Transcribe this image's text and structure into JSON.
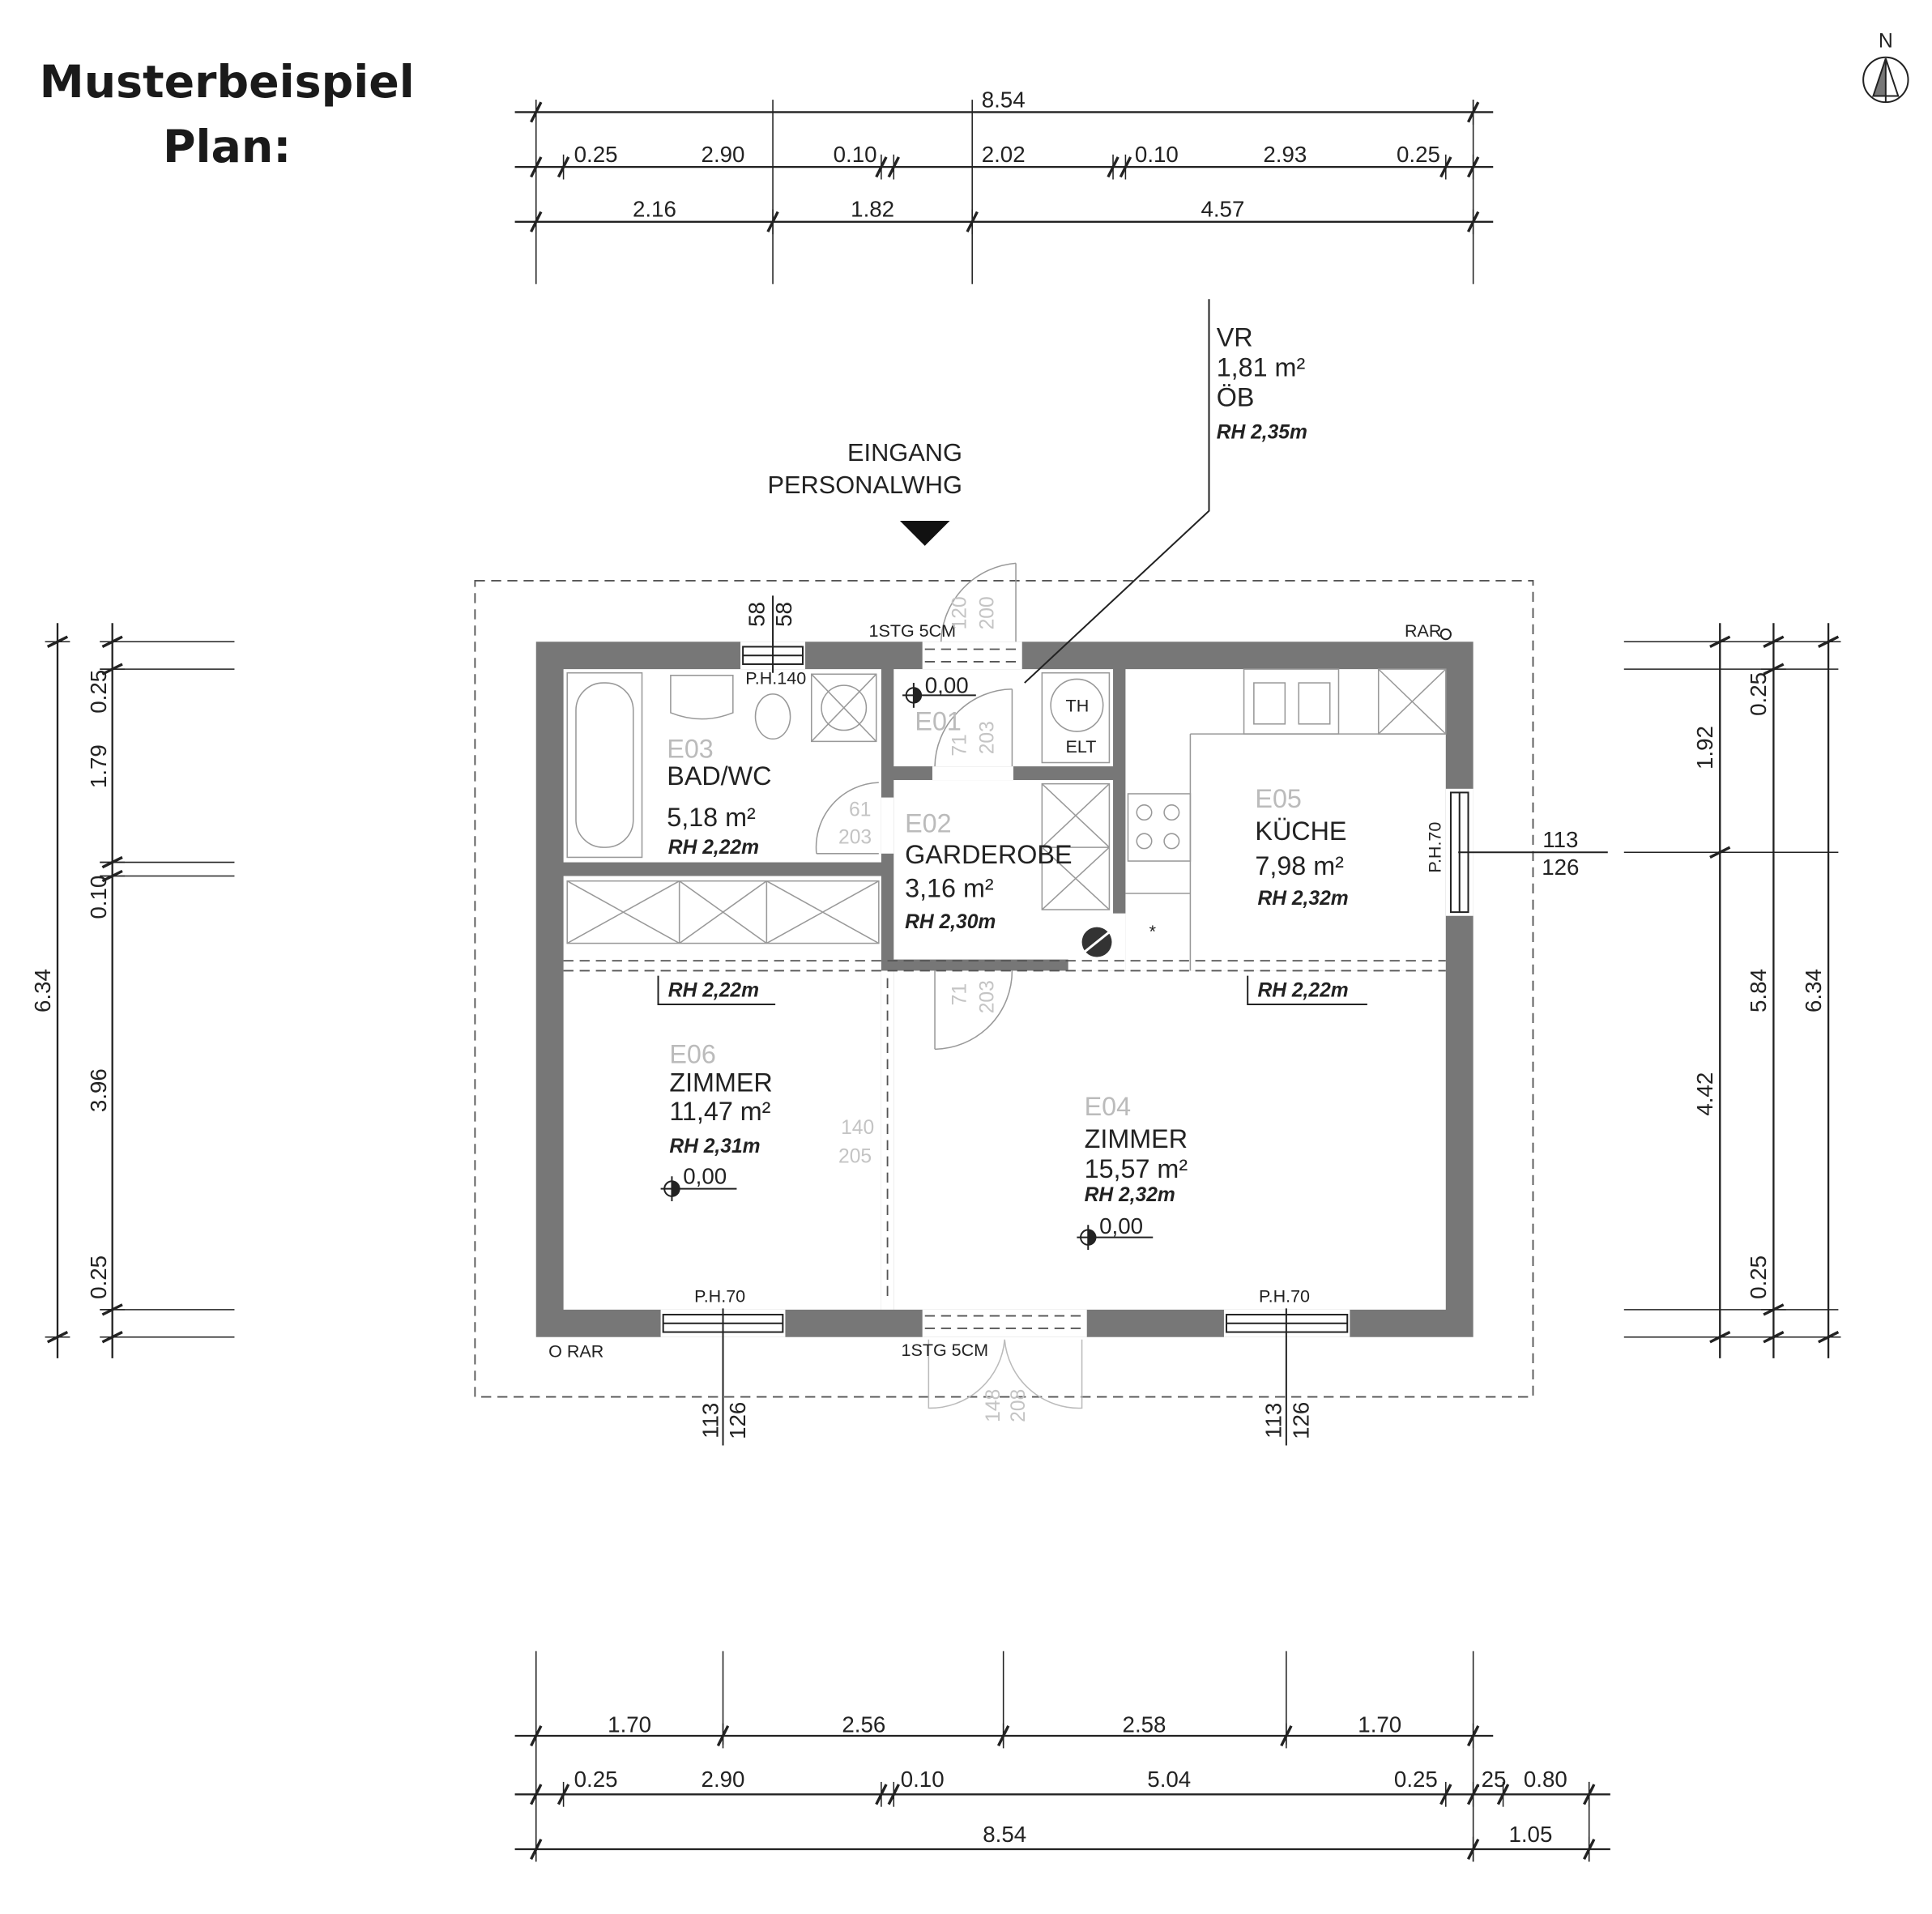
{
  "title": {
    "line1": "Musterbeispiel",
    "line2": "Plan:"
  },
  "north_label": "N",
  "entrance": {
    "line1": "EINGANG",
    "line2": "PERSONALWHG"
  },
  "dimensions": {
    "top": {
      "overall": "8.54",
      "detail": [
        "0.25",
        "2.90",
        "0.10",
        "2.02",
        "0.10",
        "2.93",
        "0.25"
      ],
      "axes": [
        "2.16",
        "1.82",
        "4.57"
      ]
    },
    "bottom": {
      "axes": [
        "1.70",
        "2.56",
        "2.58",
        "1.70"
      ],
      "detail": [
        "0.25",
        "2.90",
        "0.10",
        "5.04",
        "0.25",
        ".25",
        "0.80"
      ],
      "overall": [
        "8.54",
        "1.05"
      ]
    },
    "left": {
      "overall": "6.34",
      "detail": [
        "0.25",
        "1.79",
        "0.10",
        "3.96",
        "0.25"
      ]
    },
    "right": {
      "inner": [
        "1.92",
        "4.42"
      ],
      "middle": [
        "0.25",
        "5.84",
        "0.25"
      ],
      "outer": "6.34"
    }
  },
  "rooms": {
    "vr": {
      "id": "VR",
      "area": "1,81  m²",
      "floor": "ÖB",
      "height": "RH 2,35m"
    },
    "e01": {
      "id": "E01",
      "level": "0,00"
    },
    "e02": {
      "id": "E02",
      "name": "GARDEROBE",
      "area": "3,16  m²",
      "height": "RH 2,30m"
    },
    "e03": {
      "id": "E03",
      "name": "BAD/WC",
      "area": "5,18  m²",
      "height": "RH 2,22m"
    },
    "e04": {
      "id": "E04",
      "name": "ZIMMER",
      "area": "15,57  m²",
      "height": "RH 2,32m",
      "level": "0,00"
    },
    "e05": {
      "id": "E05",
      "name": "KÜCHE",
      "area": "7,98  m²",
      "height": "RH 2,32m"
    },
    "e06": {
      "id": "E06",
      "name": "ZIMMER",
      "area": "11,47  m²",
      "height": "RH 2,31m",
      "level": "0,00"
    },
    "sub_heights": [
      "RH 2,22m",
      "RH 2,22m"
    ]
  },
  "annotations": {
    "step_top": "1STG  5CM",
    "step_bottom": "1STG  5CM",
    "rar_top": "RAR",
    "rar_bottom": "O RAR",
    "th": "TH",
    "elt": "ELT",
    "window_bath": "P.H.140",
    "window_e06": "P.H.70",
    "window_e04": "P.H.70",
    "window_kitchen": "P.H.70",
    "bath_window_dims": [
      "58",
      "58"
    ],
    "window_dims_right": [
      "113",
      "126"
    ],
    "window_dims_e06": [
      "113",
      "126"
    ],
    "window_dims_e04": [
      "113",
      "126"
    ]
  },
  "doors": {
    "entrance_top": [
      "120",
      "200"
    ],
    "e01": [
      "71",
      "203"
    ],
    "bath": [
      "61",
      "203"
    ],
    "e02_e04": [
      "71",
      "203"
    ],
    "sliding": [
      "140",
      "205"
    ],
    "terrace": [
      "148",
      "208"
    ]
  }
}
